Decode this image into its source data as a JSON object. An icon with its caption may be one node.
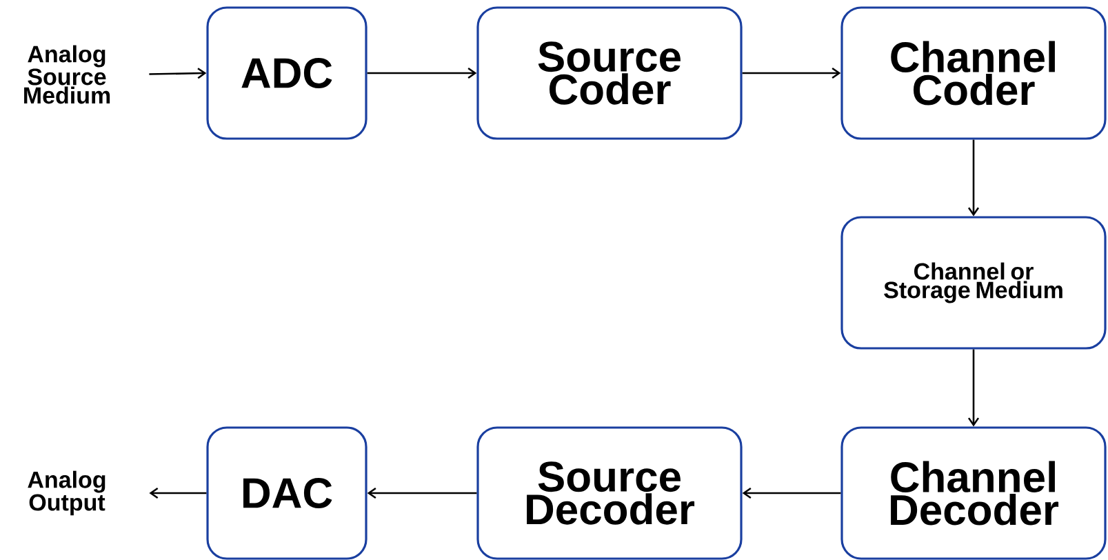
{
  "diagram": {
    "nodes": [
      {
        "text": [
          "Analog Source Medium"
        ]
      },
      {
        "text": [
          "ADC"
        ]
      },
      {
        "text": [
          "Source Coder"
        ]
      },
      {
        "text": [
          "Channel Coder"
        ]
      },
      {
        "text": [
          "Channel or Storage Medium"
        ]
      },
      {
        "text": [
          "Channel Decoder"
        ]
      },
      {
        "text": [
          "Source Decoder"
        ]
      },
      {
        "text": [
          "DAC"
        ]
      },
      {
        "text": [
          "Analog Output"
        ]
      }
    ],
    "edges": [
      {
        "from": 0,
        "to": 1,
        "arrow": "to"
      },
      {
        "from": 1,
        "to": 2,
        "arrow": "to"
      },
      {
        "from": 2,
        "to": 3,
        "arrow": "to"
      },
      {
        "from": 3,
        "to": 4,
        "arrow": "to"
      },
      {
        "from": 4,
        "to": 5,
        "arrow": "to"
      },
      {
        "from": 5,
        "to": 6,
        "arrow": "to"
      },
      {
        "from": 6,
        "to": 7,
        "arrow": "to"
      },
      {
        "from": 7,
        "to": 8,
        "arrow": "to"
      }
    ]
  }
}
